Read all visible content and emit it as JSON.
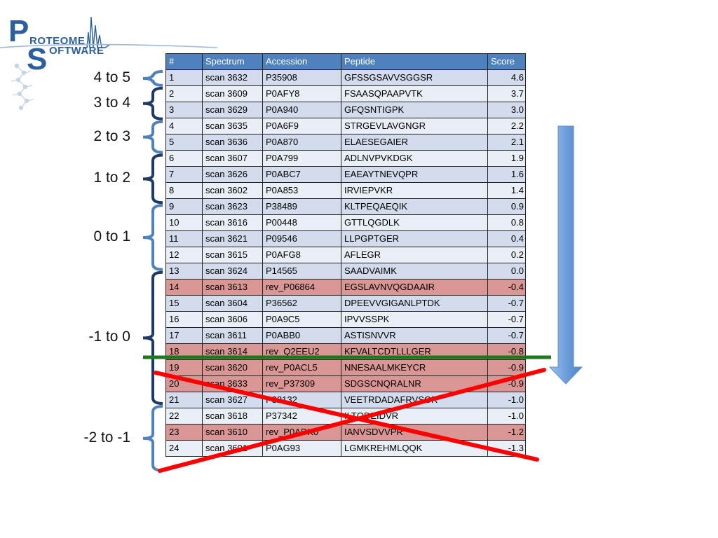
{
  "logo": {
    "p": "P",
    "roteome": "ROTEOME",
    "s": "S",
    "oftware": "OFTWARE"
  },
  "table": {
    "headers": [
      "#",
      "Spectrum",
      "Accession",
      "Peptide",
      "Score"
    ],
    "rows": [
      {
        "n": "1",
        "spectrum": "scan 3632",
        "accession": "P35908",
        "peptide": "GFSSGSAVVSGGSR",
        "score": "4.6",
        "decoy": false
      },
      {
        "n": "2",
        "spectrum": "scan 3609",
        "accession": "P0AFY8",
        "peptide": "FSAASQPAAPVTK",
        "score": "3.7",
        "decoy": false
      },
      {
        "n": "3",
        "spectrum": "scan 3629",
        "accession": "P0A940",
        "peptide": "GFQSNTIGPK",
        "score": "3.0",
        "decoy": false
      },
      {
        "n": "4",
        "spectrum": "scan 3635",
        "accession": "P0A6F9",
        "peptide": "STRGEVLAVGNGR",
        "score": "2.2",
        "decoy": false
      },
      {
        "n": "5",
        "spectrum": "scan 3636",
        "accession": "P0A870",
        "peptide": "ELAESEGAIER",
        "score": "2.1",
        "decoy": false
      },
      {
        "n": "6",
        "spectrum": "scan 3607",
        "accession": "P0A799",
        "peptide": "ADLNVPVKDGK",
        "score": "1.9",
        "decoy": false
      },
      {
        "n": "7",
        "spectrum": "scan 3626",
        "accession": "P0ABC7",
        "peptide": "EAEAYTNEVQPR",
        "score": "1.6",
        "decoy": false
      },
      {
        "n": "8",
        "spectrum": "scan 3602",
        "accession": "P0A853",
        "peptide": "IRVIEPVKR",
        "score": "1.4",
        "decoy": false
      },
      {
        "n": "9",
        "spectrum": "scan 3623",
        "accession": "P38489",
        "peptide": "KLTPEQAEQIK",
        "score": "0.9",
        "decoy": false
      },
      {
        "n": "10",
        "spectrum": "scan 3616",
        "accession": "P00448",
        "peptide": "GTTLQGDLK",
        "score": "0.8",
        "decoy": false
      },
      {
        "n": "11",
        "spectrum": "scan 3621",
        "accession": "P09546",
        "peptide": "LLPGPTGER",
        "score": "0.4",
        "decoy": false
      },
      {
        "n": "12",
        "spectrum": "scan 3615",
        "accession": "P0AFG8",
        "peptide": "AFLEGR",
        "score": "0.2",
        "decoy": false
      },
      {
        "n": "13",
        "spectrum": "scan 3624",
        "accession": "P14565",
        "peptide": "SAADVAIMK",
        "score": "0.0",
        "decoy": false
      },
      {
        "n": "14",
        "spectrum": "scan 3613",
        "accession": "rev_P06864",
        "peptide": "EGSLAVNVQGDAAIR",
        "score": "-0.4",
        "decoy": true
      },
      {
        "n": "15",
        "spectrum": "scan 3604",
        "accession": "P36562",
        "peptide": "DPEEVVGIGANLPTDK",
        "score": "-0.7",
        "decoy": false
      },
      {
        "n": "16",
        "spectrum": "scan 3606",
        "accession": "P0A9C5",
        "peptide": "IPVVSSPK",
        "score": "-0.7",
        "decoy": false
      },
      {
        "n": "17",
        "spectrum": "scan 3611",
        "accession": "P0ABB0",
        "peptide": "ASTISNVVR",
        "score": "-0.7",
        "decoy": false
      },
      {
        "n": "18",
        "spectrum": "scan 3614",
        "accession": "rev_Q2EEU2",
        "peptide": "KFVALTCDTLLLGER",
        "score": "-0.8",
        "decoy": true
      },
      {
        "n": "19",
        "spectrum": "scan 3620",
        "accession": "rev_P0ACL5",
        "peptide": "NNESAALMKEYCR",
        "score": "-0.9",
        "decoy": true
      },
      {
        "n": "20",
        "spectrum": "scan 3633",
        "accession": "rev_P37309",
        "peptide": "SDGSCNQRALNR",
        "score": "-0.9",
        "decoy": true
      },
      {
        "n": "21",
        "spectrum": "scan 3627",
        "accession": "P32132",
        "peptide": "VEETRDADAFRVSGR",
        "score": "-1.0",
        "decoy": false
      },
      {
        "n": "22",
        "spectrum": "scan 3618",
        "accession": "P37342",
        "peptide": "ILTQDEIDVR",
        "score": "-1.0",
        "decoy": false
      },
      {
        "n": "23",
        "spectrum": "scan 3610",
        "accession": "rev_P0ADK0",
        "peptide": "IANVSDVVPR",
        "score": "-1.2",
        "decoy": true
      },
      {
        "n": "24",
        "spectrum": "scan 3601",
        "accession": "P0AG93",
        "peptide": "LGMKREHMLQQK",
        "score": "-1.3",
        "decoy": false
      }
    ]
  },
  "ranges": [
    {
      "label": "4 to 5",
      "rows": [
        1,
        1
      ],
      "brace_color": "#4f81bd"
    },
    {
      "label": "3 to 4",
      "rows": [
        2,
        3
      ],
      "brace_color": "#1f3864"
    },
    {
      "label": "2 to 3",
      "rows": [
        4,
        5
      ],
      "brace_color": "#4f81bd"
    },
    {
      "label": "1 to 2",
      "rows": [
        6,
        8
      ],
      "brace_color": "#1f3864"
    },
    {
      "label": "0 to 1",
      "rows": [
        9,
        12
      ],
      "brace_color": "#4f81bd"
    },
    {
      "label": "-1 to 0",
      "rows": [
        13,
        20
      ],
      "brace_color": "#1f3864"
    },
    {
      "label": "-2 to -1",
      "rows": [
        21,
        24
      ],
      "brace_color": "#4f81bd"
    }
  ],
  "colors": {
    "header": "#4f81bd",
    "row_odd": "#d3dcec",
    "row_even": "#eaeef6",
    "decoy": "#da9694",
    "threshold_line": "#1a7a1a",
    "cross": "#ff0000",
    "arrow": "#7aa7de"
  }
}
